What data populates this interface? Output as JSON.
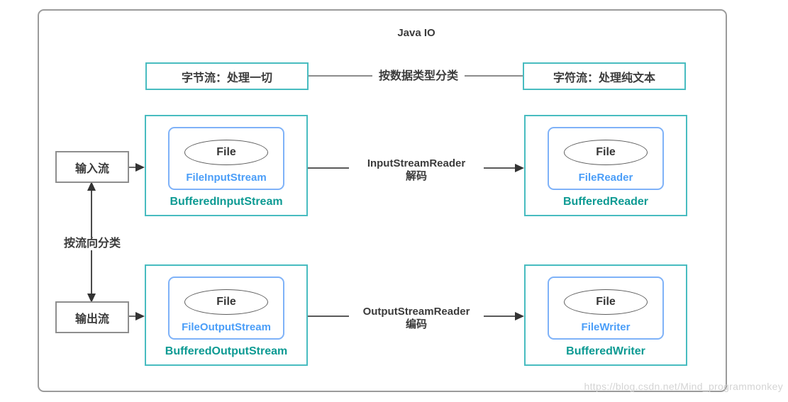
{
  "title": "Java IO",
  "watermark": "https://blog.csdn.net/Mind_programmonkey",
  "classification": {
    "by_data_type": {
      "connector_label": "按数据类型分类",
      "byte_stream_label": "字节流：处理一切",
      "char_stream_label": "字符流：处理纯文本"
    },
    "by_direction": {
      "connector_label": "按流向分类",
      "input_stream_label": "输入流",
      "output_stream_label": "输出流"
    }
  },
  "nodes": [
    {
      "file": "File",
      "file_class": "FileInputStream",
      "buffered_class": "BufferedInputStream"
    },
    {
      "file": "File",
      "file_class": "FileReader",
      "buffered_class": "BufferedReader"
    },
    {
      "file": "File",
      "file_class": "FileOutputStream",
      "buffered_class": "BufferedOutputStream"
    },
    {
      "file": "File",
      "file_class": "FileWriter",
      "buffered_class": "BufferedWriter"
    }
  ],
  "conversions": [
    {
      "name": "InputStreamReader",
      "action": "解码"
    },
    {
      "name": "OutputStreamReader",
      "action": "编码"
    }
  ],
  "colors": {
    "teal_border": "#48bcc0",
    "teal_text": "#0d9a93",
    "blue_border": "#7fb2f8",
    "blue_text": "#4b9ef8",
    "gray_box_border": "#8e8e8e",
    "frame_border": "#9b9b9b",
    "dark_text": "#3b3b3b",
    "line_gray": "#6b6b6b",
    "arrowhead": "#333333",
    "watermark_text": "#d4d4d4"
  }
}
